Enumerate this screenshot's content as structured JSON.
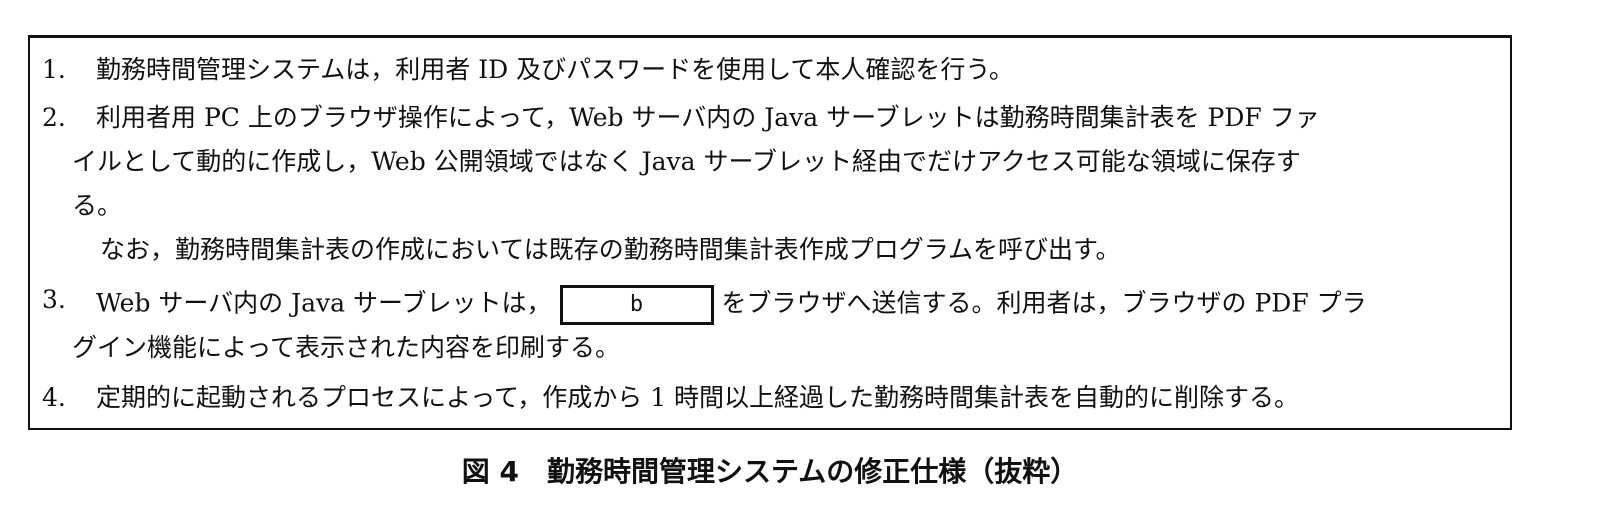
{
  "items": [
    {
      "number": "1.",
      "lines": [
        "勤務時間管理システムは，利用者 ID 及びパスワードを使用して本人確認を行う。"
      ]
    },
    {
      "number": "2.",
      "lines": [
        "利用者用 PC 上のブラウザ操作によって，Web サーバ内の Java サーブレットは勤務時間集計表を PDF ファ",
        "イルとして動的に作成し，Web 公開領域ではなく Java サーブレット経由でだけアクセス可能な領域に保存す",
        "る。",
        "なお，勤務時間集計表の作成においては既存の勤務時間集計表作成プログラムを呼び出す。"
      ]
    },
    {
      "number": "3.",
      "before_blank": "Web サーバ内の Java サーブレットは，",
      "blank": "b",
      "after_blank": "をブラウザへ送信する。利用者は，ブラウザの PDF プラ",
      "lines": [
        "グイン機能によって表示された内容を印刷する。"
      ]
    },
    {
      "number": "4.",
      "lines": [
        "定期的に起動されるプロセスによって，作成から 1 時間以上経過した勤務時間集計表を自動的に削除する。"
      ]
    }
  ],
  "caption": "図 4　勤務時間管理システムの修正仕様（抜粋）"
}
